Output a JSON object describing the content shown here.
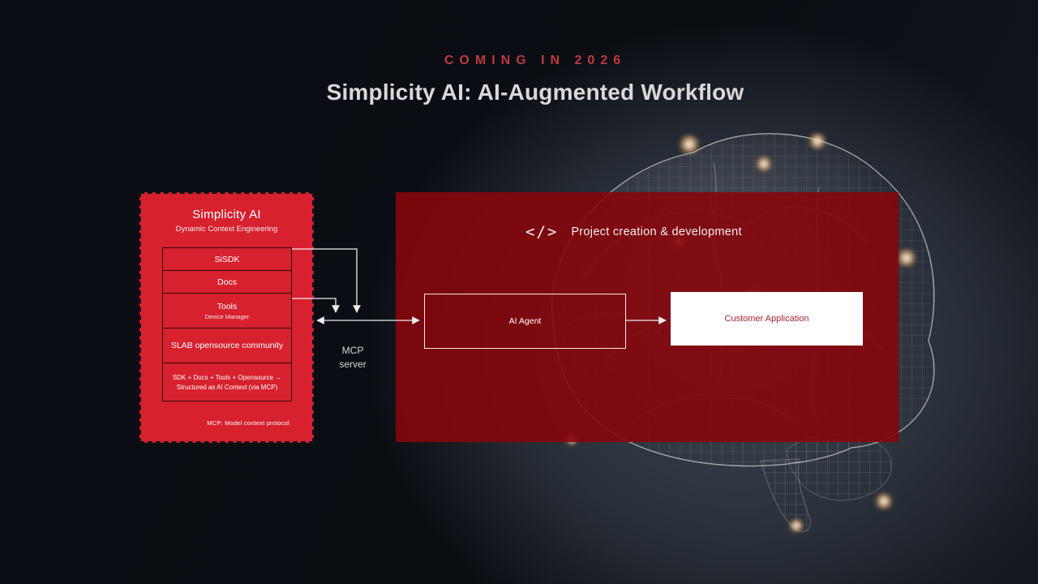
{
  "slide": {
    "kicker": "COMING IN 2026",
    "title": "Simplicity AI: AI-Augmented Workflow"
  },
  "left_panel": {
    "title": "Simplicity AI",
    "subtitle": "Dynamic Context Engineering",
    "items": [
      {
        "label": "SiSDK"
      },
      {
        "label": "Docs"
      },
      {
        "label": "Tools",
        "sublabel": "Device Manager"
      },
      {
        "label": "SLAB opensource community"
      },
      {
        "label": "SDK + Docs + Tools + Opensource →",
        "sublabel": "Structured as AI Context (via MCP)"
      }
    ],
    "footnote": "MCP: Model context protocol"
  },
  "mcp": {
    "line1": "MCP",
    "line2": "server"
  },
  "right_panel": {
    "icon": "</>",
    "header": "Project creation & development",
    "ai_agent_label": "AI Agent",
    "customer_app_label": "Customer Application"
  },
  "colors": {
    "accent_red": "#d7212e",
    "panel_red": "#860309",
    "kicker_red": "#bd3a40",
    "customer_text_red": "#a32531"
  }
}
